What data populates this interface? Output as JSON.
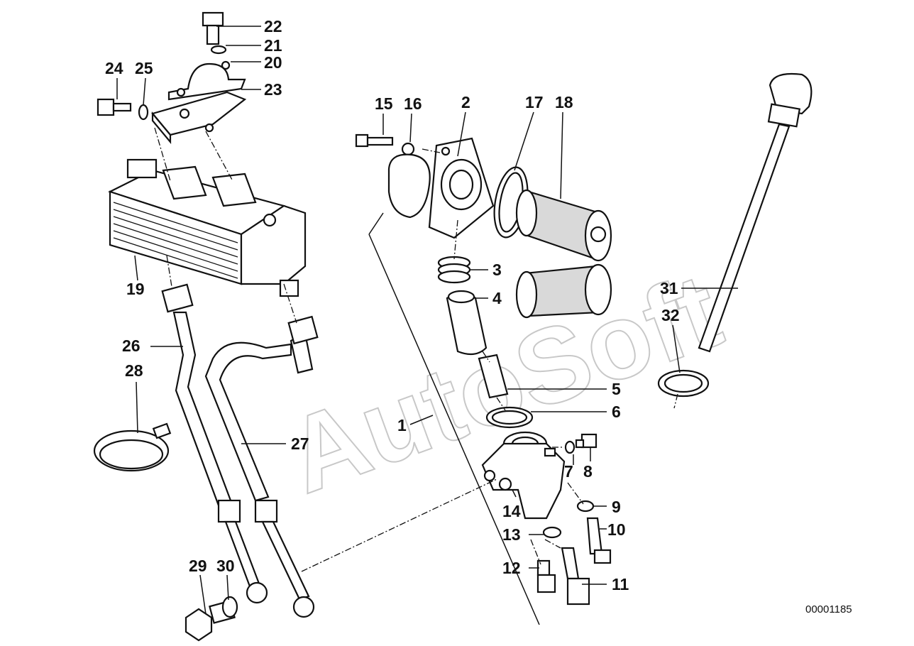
{
  "diagram": {
    "reference_number": "00001185",
    "watermark": "AutoSoft",
    "part_labels": [
      "1",
      "2",
      "3",
      "4",
      "5",
      "6",
      "7",
      "8",
      "9",
      "10",
      "11",
      "12",
      "13",
      "14",
      "15",
      "16",
      "17",
      "18",
      "19",
      "20",
      "21",
      "22",
      "23",
      "24",
      "25",
      "26",
      "27",
      "28",
      "29",
      "30",
      "31",
      "32"
    ]
  }
}
